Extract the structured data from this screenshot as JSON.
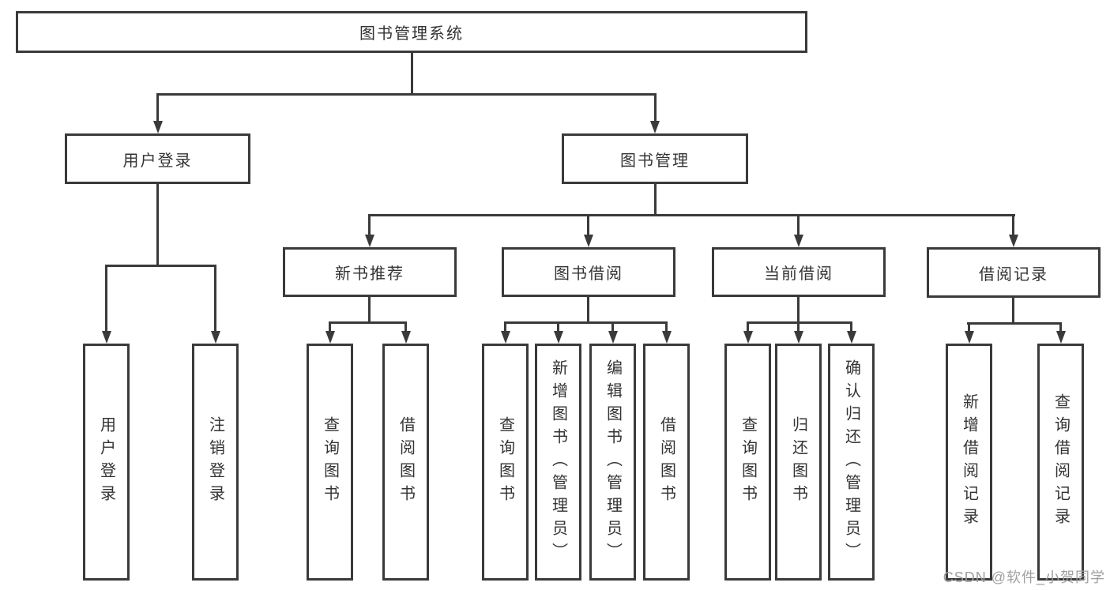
{
  "diagram": {
    "type": "hierarchy-tree",
    "colors": {
      "line": "#3a3a3a",
      "box_border": "#3a3a3a",
      "text": "#333333",
      "watermark_text": "#9f9f9f",
      "background": "#ffffff"
    },
    "tree": {
      "label": "图书管理系统",
      "children": [
        {
          "label": "用户登录",
          "children": [
            {
              "label": "用户登录"
            },
            {
              "label": "注销登录"
            }
          ]
        },
        {
          "label": "图书管理",
          "children": [
            {
              "label": "新书推荐",
              "children": [
                {
                  "label": "查询图书"
                },
                {
                  "label": "借阅图书"
                }
              ]
            },
            {
              "label": "图书借阅",
              "children": [
                {
                  "label": "查询图书"
                },
                {
                  "label": "新增图书（管理员）"
                },
                {
                  "label": "编辑图书（管理员）"
                },
                {
                  "label": "借阅图书"
                }
              ]
            },
            {
              "label": "当前借阅",
              "children": [
                {
                  "label": "查询图书"
                },
                {
                  "label": "归还图书"
                },
                {
                  "label": "确认归还（管理员）"
                }
              ]
            },
            {
              "label": "借阅记录",
              "children": [
                {
                  "label": "新增借阅记录"
                },
                {
                  "label": "查询借阅记录"
                }
              ]
            }
          ]
        }
      ]
    },
    "watermark": "CSDN @软件_小贺同学"
  }
}
